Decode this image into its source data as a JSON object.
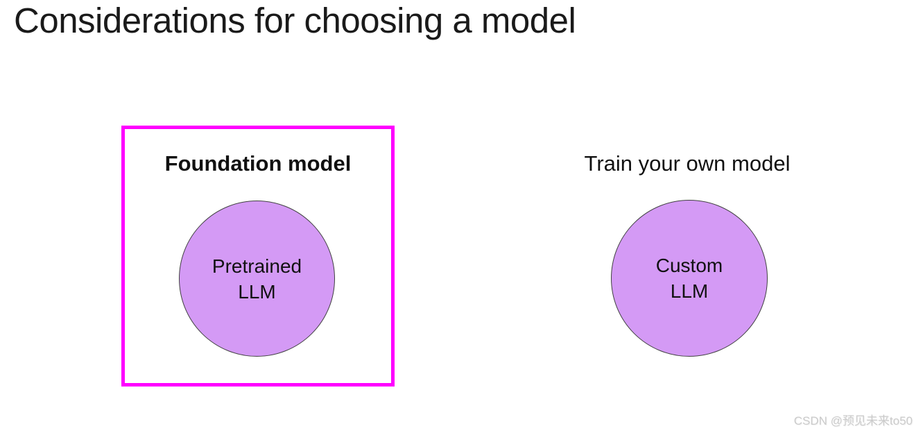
{
  "slide": {
    "title": "Considerations for choosing a model",
    "colors": {
      "background": "#ffffff",
      "title_text": "#1a1a1a",
      "box_border": "#ff00ff",
      "circle_fill": "#d49af5",
      "circle_border": "#404040",
      "watermark_text": "#cbcbcb"
    },
    "foundation": {
      "heading": "Foundation model",
      "circle": {
        "line1": "Pretrained",
        "line2": "LLM"
      }
    },
    "train_own": {
      "heading": "Train your own model",
      "circle": {
        "line1": "Custom",
        "line2": "LLM"
      }
    },
    "watermark": "CSDN @预见未来to50"
  }
}
